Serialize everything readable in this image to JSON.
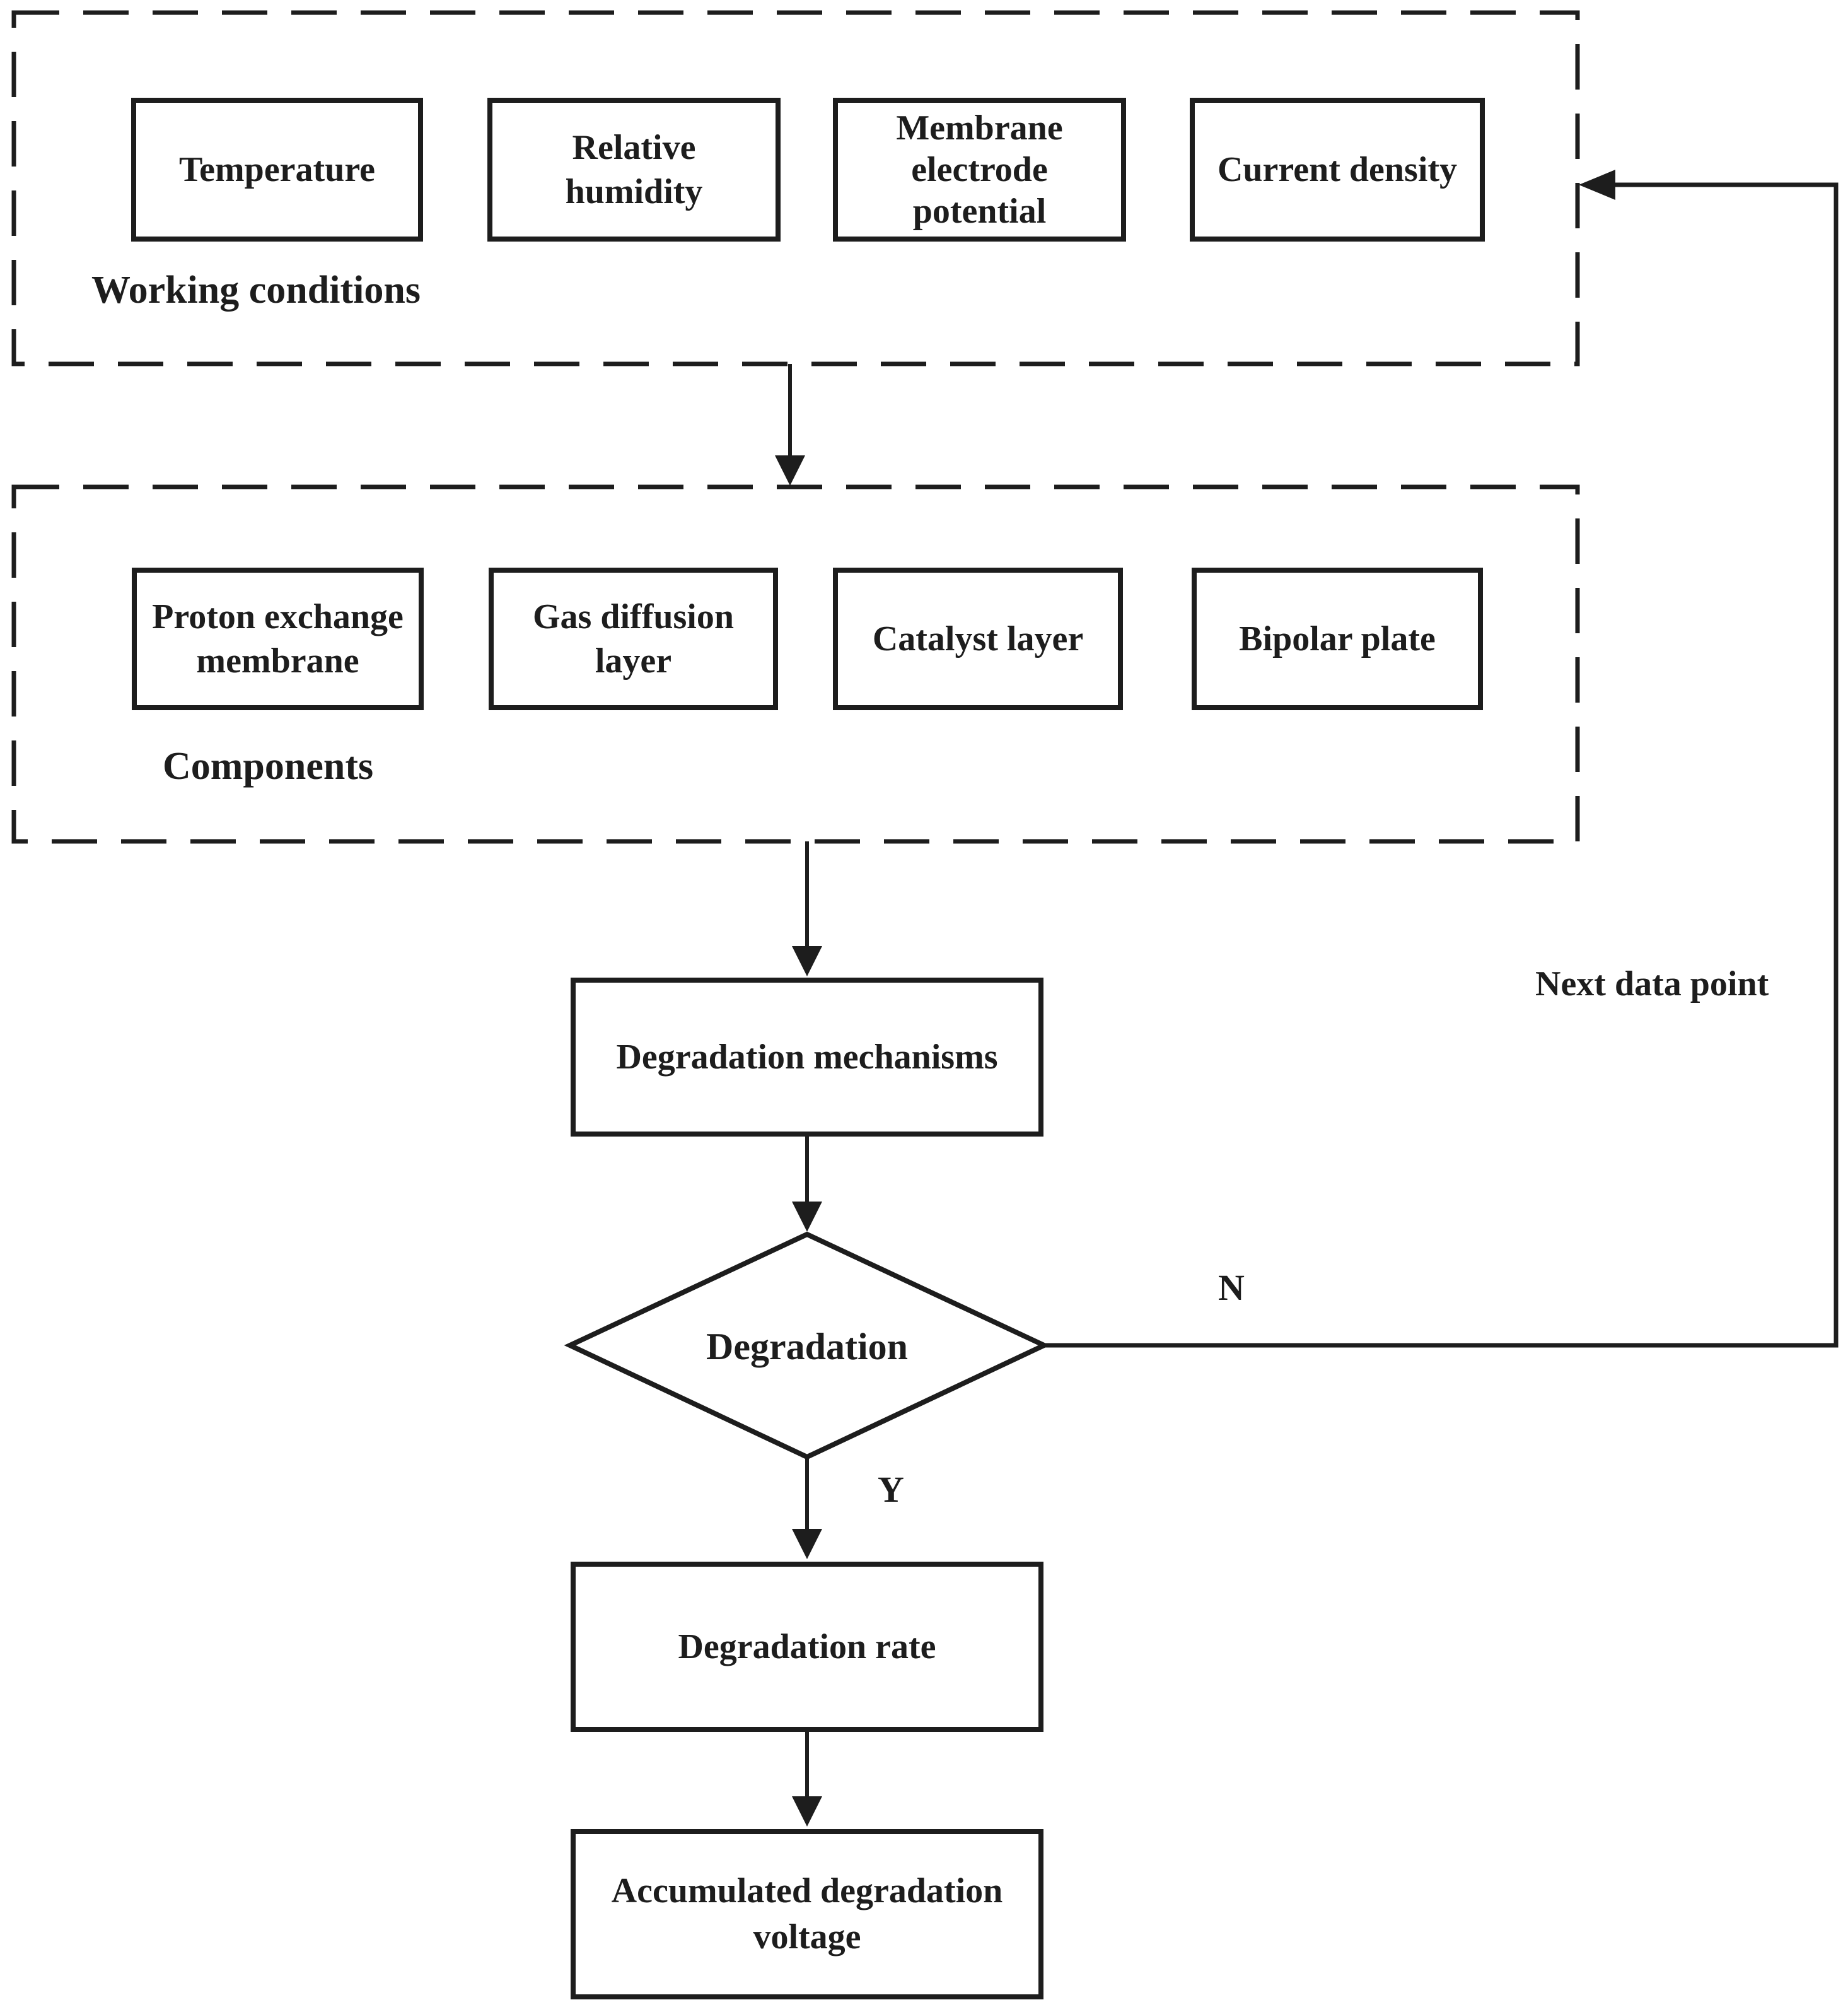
{
  "colors": {
    "ink": "#1d1d1d",
    "background": "#ffffff"
  },
  "working_conditions": {
    "label": "Working conditions",
    "items": [
      {
        "label": "Temperature"
      },
      {
        "label": "Relative humidity"
      },
      {
        "label": "Membrane electrode potential"
      },
      {
        "label": "Current density"
      }
    ]
  },
  "components": {
    "label": "Components",
    "items": [
      {
        "label": "Proton exchange membrane"
      },
      {
        "label": "Gas diffusion layer"
      },
      {
        "label": "Catalyst layer"
      },
      {
        "label": "Bipolar plate"
      }
    ]
  },
  "flow": {
    "degradation_mechanisms": "Degradation mechanisms",
    "decision": "Degradation",
    "decision_no": "N",
    "decision_yes": "Y",
    "loop_label": "Next data point",
    "degradation_rate": "Degradation rate",
    "accumulated_voltage": "Accumulated degradation voltage"
  }
}
